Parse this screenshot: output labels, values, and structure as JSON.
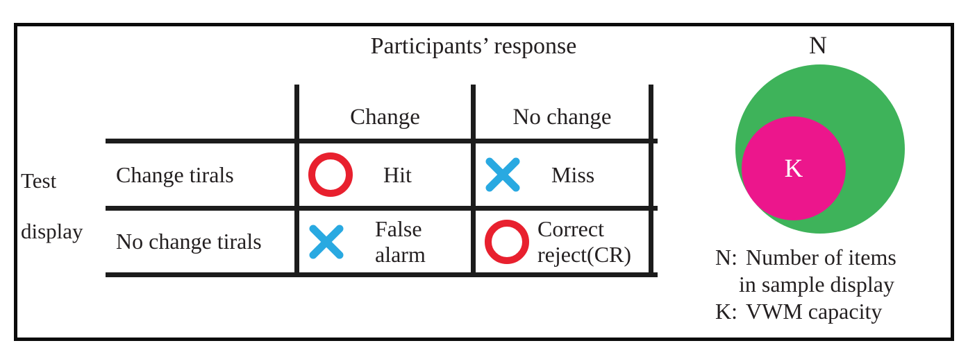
{
  "frame": {
    "border_color": "#0b0b0b",
    "background": "#ffffff"
  },
  "table": {
    "title": "Participants’ response",
    "row_axis_label": {
      "line1": "Test",
      "line2": "display"
    },
    "column_headers": [
      "Change",
      "No change"
    ],
    "rows": [
      {
        "label": "Change tirals",
        "cells": [
          {
            "icon": "circle-icon",
            "icon_color": "#e8202e",
            "line1": "Hit",
            "line2": ""
          },
          {
            "icon": "cross-icon",
            "icon_color": "#29a9e1",
            "line1": "Miss",
            "line2": ""
          }
        ]
      },
      {
        "label": "No change tirals",
        "cells": [
          {
            "icon": "cross-icon",
            "icon_color": "#29a9e1",
            "line1": "False",
            "line2": "alarm"
          },
          {
            "icon": "circle-icon",
            "icon_color": "#e8202e",
            "line1": "Correct",
            "line2": "reject(CR)"
          }
        ]
      }
    ]
  },
  "venn": {
    "outer_circle": {
      "label": "N",
      "color": "#3eb35a"
    },
    "inner_circle": {
      "label": "K",
      "color": "#ec168c",
      "label_color": "#ffffff"
    },
    "legend": {
      "n_term": "N:",
      "n_definition_line1": "Number of items",
      "n_definition_line2": "in sample display",
      "k_term": "K:",
      "k_definition": "VWM capacity"
    }
  }
}
